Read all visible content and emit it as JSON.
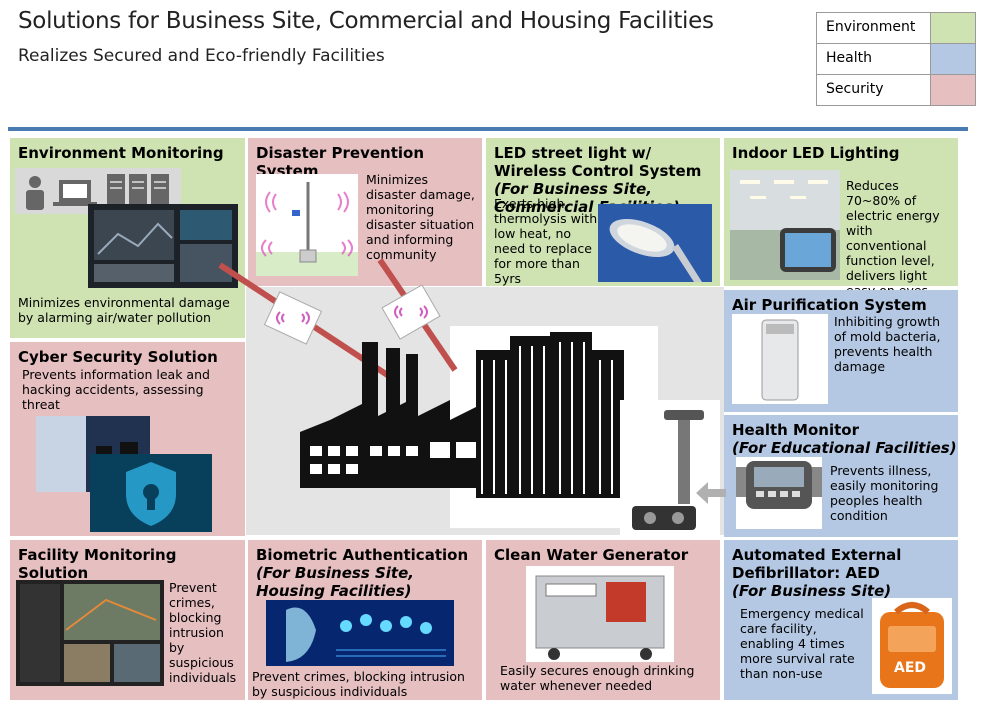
{
  "header": {
    "title": "Solutions for Business Site, Commercial and Housing Facilities",
    "subtitle": "Realizes Secured and Eco-friendly Facilities"
  },
  "legend": [
    {
      "label": "Environment",
      "color": "#cfe2b2"
    },
    {
      "label": "Health",
      "color": "#b4c8e3"
    },
    {
      "label": "Security",
      "color": "#e6bfc1"
    }
  ],
  "panels": {
    "env_monitoring": {
      "title": "Environment Monitoring",
      "text": "Minimizes environmental damage by alarming air/water pollution"
    },
    "disaster": {
      "title": "Disaster Prevention System",
      "text": "Minimizes disaster damage, monitoring disaster situation and informing community"
    },
    "led_street": {
      "title_main": "LED street light w/ Wireless Control System",
      "title_sub": "(For Business Site, Commercial Facilities)",
      "text": "Exerts high thermolysis with low heat, no need to replace for more than 5yrs"
    },
    "indoor_led": {
      "title": "Indoor LED Lighting",
      "text": "Reduces 70~80% of electric energy with conventional function level, delivers light easy on eyes"
    },
    "air": {
      "title": "Air Purification System",
      "text": "Inhibiting growth of mold bacteria, prevents health damage"
    },
    "cyber": {
      "title": "Cyber Security Solution",
      "text": "Prevents information leak and hacking accidents, assessing threat"
    },
    "health_monitor": {
      "title": "Health Monitor",
      "title_sub": "(For Educational Facilities)",
      "text": "Prevents illness, easily monitoring peoples health condition"
    },
    "facility": {
      "title": "Facility Monitoring Solution",
      "text": "Prevent crimes, blocking intrusion by suspicious individuals"
    },
    "biometric": {
      "title": "Biometric Authentication",
      "title_sub": "(For Business Site, Housing Facilities)",
      "text": "Prevent crimes, blocking intrusion by suspicious individuals"
    },
    "water": {
      "title": "Clean Water Generator",
      "text": "Easily secures enough drinking water whenever needed"
    },
    "aed": {
      "title": "Automated External Defibrillator: AED",
      "title_sub": "(For Business Site)",
      "text": "Emergency medical care facility, enabling 4 times more survival rate than non-use",
      "device_label": "AED"
    }
  }
}
